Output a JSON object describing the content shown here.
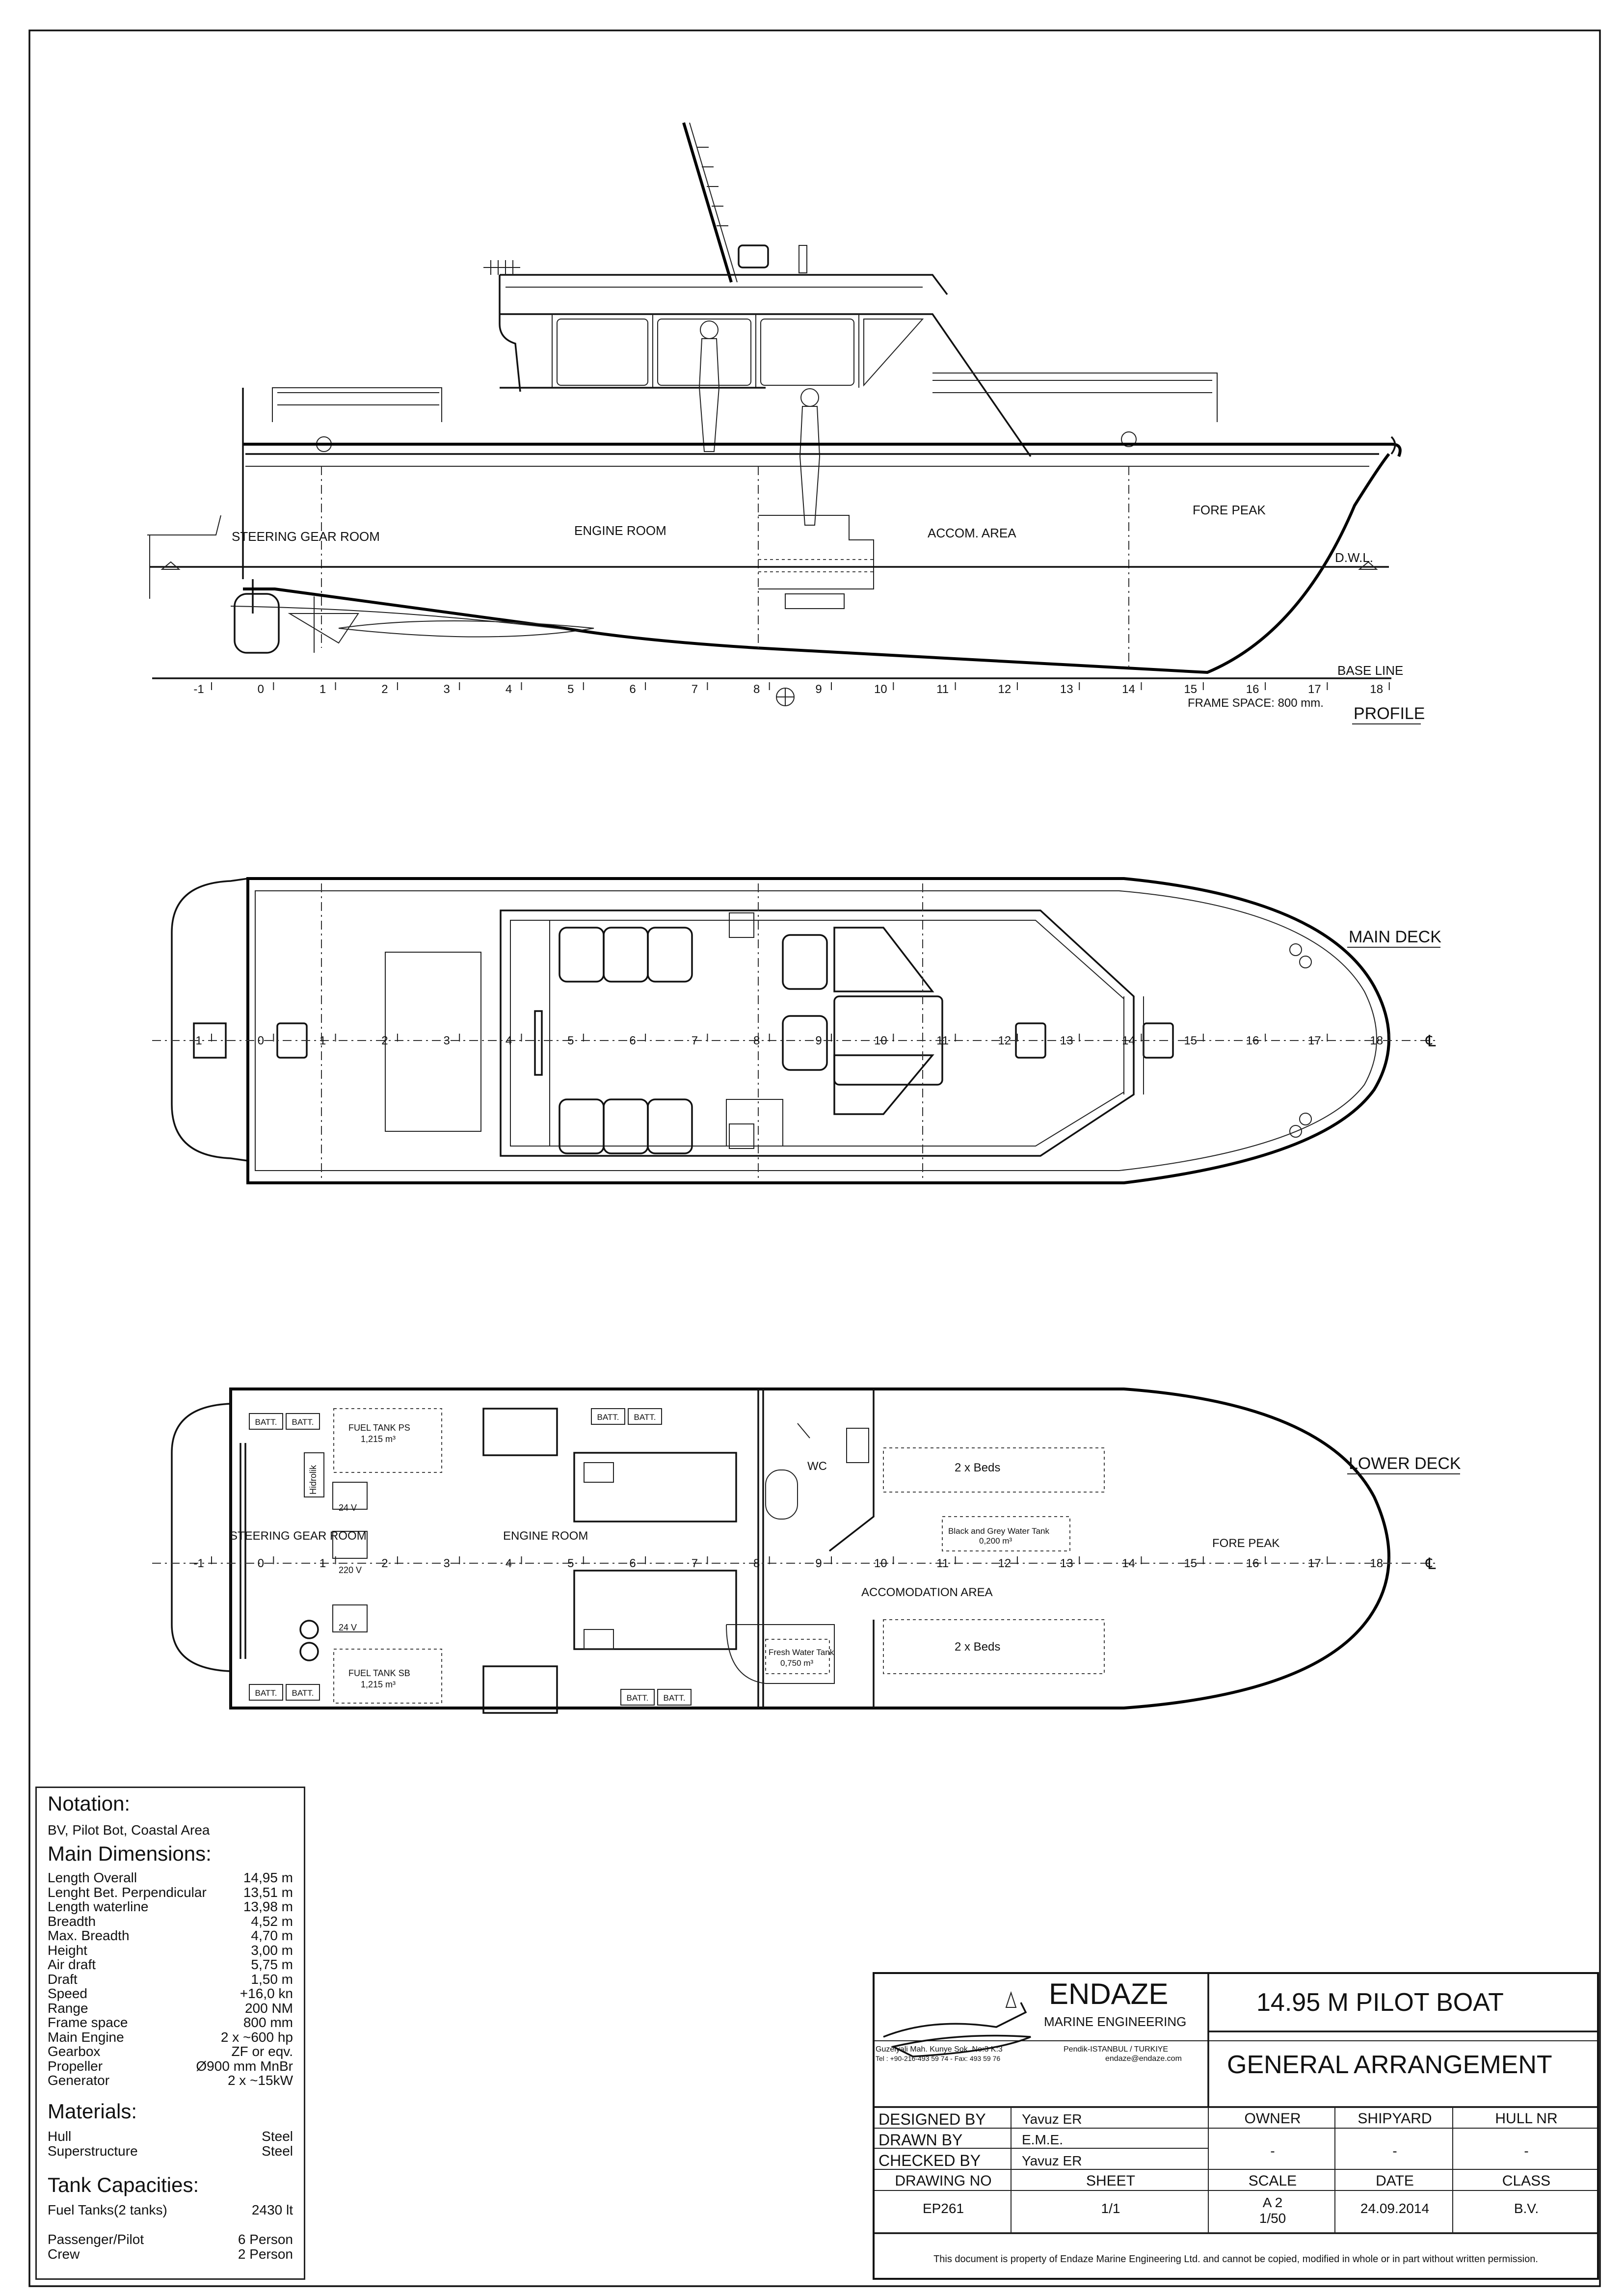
{
  "profile": {
    "title": "PROFILE",
    "rooms": [
      "STEERING GEAR ROOM",
      "ENGINE ROOM",
      "ACCOM. AREA",
      "FORE PEAK"
    ],
    "dwl": "D.W.L.",
    "base_line": "BASE LINE",
    "frame_space": "FRAME SPACE: 800 mm.",
    "frames": [
      "-1",
      "0",
      "1",
      "2",
      "3",
      "4",
      "5",
      "6",
      "7",
      "8",
      "9",
      "10",
      "11",
      "12",
      "13",
      "14",
      "15",
      "16",
      "17",
      "18"
    ]
  },
  "main_deck": {
    "title": "MAIN DECK",
    "frames": [
      "1",
      "0",
      "1",
      "2",
      "3",
      "4",
      "5",
      "6",
      "7",
      "8",
      "9",
      "10",
      "11",
      "12",
      "13",
      "14",
      "15",
      "16",
      "17",
      "18"
    ],
    "cl": "℄"
  },
  "lower_deck": {
    "title": "LOWER DECK",
    "frames": [
      "-1",
      "0",
      "1",
      "2",
      "3",
      "4",
      "5",
      "6",
      "7",
      "8",
      "9",
      "10",
      "11",
      "12",
      "13",
      "14",
      "15",
      "16",
      "17",
      "18"
    ],
    "cl": "℄",
    "rooms": [
      "STEERING GEAR ROOM",
      "ENGINE ROOM",
      "ACCOMODATION AREA",
      "FORE PEAK",
      "WC",
      "2 x Beds",
      "2 x Beds"
    ],
    "batt": "BATT.",
    "v24": "24 V",
    "v220": "220 V",
    "hidrolik": "Hidrolik",
    "fuel_tank_ps": [
      "FUEL TANK PS",
      "1,215 m³"
    ],
    "fuel_tank_sb": [
      "FUEL TANK SB",
      "1,215 m³"
    ],
    "black_grey": [
      "Black and Grey Water Tank",
      "0,200 m³"
    ],
    "fresh_water": [
      "Fresh Water Tank",
      "0,750 m³"
    ]
  },
  "notation": {
    "h_notation": "Notation:",
    "notation_text": "BV, Pilot Bot, Coastal Area",
    "h_dims": "Main Dimensions:",
    "dims": [
      [
        "Length Overall",
        "14,95 m"
      ],
      [
        "Lenght Bet. Perpendicular",
        "13,51 m"
      ],
      [
        "Length waterline",
        "13,98 m"
      ],
      [
        "Breadth",
        "4,52 m"
      ],
      [
        "Max. Breadth",
        "4,70 m"
      ],
      [
        "Height",
        "3,00 m"
      ],
      [
        "Air draft",
        "5,75 m"
      ],
      [
        "Draft",
        "1,50 m"
      ],
      [
        "Speed",
        "+16,0 kn"
      ],
      [
        "Range",
        "200 NM"
      ],
      [
        "Frame space",
        "800 mm"
      ],
      [
        "Main Engine",
        "2 x ~600 hp"
      ],
      [
        "Gearbox",
        "ZF or eqv."
      ],
      [
        "Propeller",
        "Ø900 mm MnBr"
      ],
      [
        "Generator",
        "2 x ~15kW"
      ]
    ],
    "h_materials": "Materials:",
    "materials": [
      [
        "Hull",
        "Steel"
      ],
      [
        "Superstructure",
        "Steel"
      ]
    ],
    "h_tanks": "Tank Capacities:",
    "tanks": [
      [
        "Fuel Tanks(2 tanks)",
        "2430 lt"
      ]
    ],
    "people": [
      [
        "Passenger/Pilot",
        "6 Person"
      ],
      [
        "Crew",
        "2 Person"
      ]
    ]
  },
  "title_block": {
    "company": "ENDAZE",
    "company_sub": "MARINE ENGINEERING",
    "address": "Guzelyali Mah. Kunye Sok. No:3 K:3",
    "city": "Pendik-ISTANBUL / TURKIYE",
    "tel": "Tel : +90-216-493 59 74 - Fax: 493 59 76",
    "email": "endaze@endaze.com",
    "project": "14.95 M PILOT BOAT",
    "drawing": "GENERAL ARRANGEMENT",
    "designed_by_label": "DESIGNED BY",
    "designed_by": "Yavuz ER",
    "drawn_by_label": "DRAWN BY",
    "drawn_by": "E.M.E.",
    "checked_by_label": "CHECKED BY",
    "checked_by": "Yavuz ER",
    "owner_label": "OWNER",
    "owner": "-",
    "shipyard_label": "SHIPYARD",
    "shipyard": "-",
    "hull_label": "HULL NR",
    "hull": "-",
    "drawing_no_label": "DRAWING NO",
    "drawing_no": "EP261",
    "sheet_label": "SHEET",
    "sheet": "1/1",
    "scale_label": "SCALE",
    "scale_1": "A 2",
    "scale_2": "1/50",
    "date_label": "DATE",
    "date": "24.09.2014",
    "class_label": "CLASS",
    "class": "B.V.",
    "disclaimer": "This document is property of  Endaze Marine Engineering Ltd. and cannot be copied, modified in whole or in part without written permission."
  }
}
